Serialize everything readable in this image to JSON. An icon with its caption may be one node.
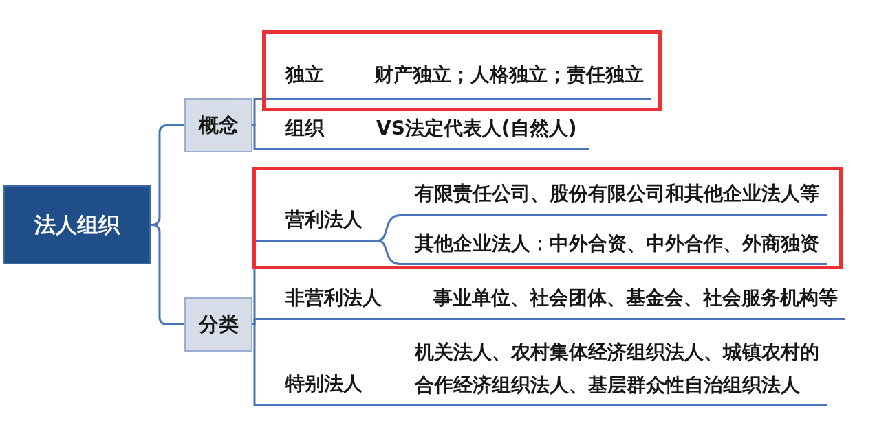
{
  "diagram": {
    "nodes": [
      {
        "text": [
          "法人组织"
        ]
      },
      {
        "text": [
          "概念"
        ]
      },
      {
        "text": [
          "分类"
        ]
      },
      {
        "text": [],
        "shape": "box"
      },
      {
        "text": [
          "独立"
        ],
        "in": 3
      },
      {
        "text": [
          "财产独立；人格独立；责任独立"
        ],
        "in": 3
      },
      {
        "text": [
          "组织"
        ]
      },
      {
        "text": [
          "VS法定代表人(自然人)"
        ]
      },
      {
        "text": [],
        "shape": "box"
      },
      {
        "text": [
          "营利法人"
        ],
        "in": 8
      },
      {
        "text": [
          "有限责任公司、股份有限公司和其他企业法人等"
        ],
        "in": 8
      },
      {
        "text": [
          "其他企业法人：中外合资、中外合作、外商独资"
        ],
        "in": 8
      },
      {
        "text": [
          "非营利法人"
        ]
      },
      {
        "text": [
          "事业单位、社会团体、基金会、社会服务机构等"
        ]
      },
      {
        "text": [
          "特别法人"
        ]
      },
      {
        "text": [
          "机关法人、农村集体经济组织法人、城镇农村的合作经济组织法人、基层群众性自治组织法人"
        ]
      }
    ],
    "edges": [
      {
        "from": 0,
        "to": 1,
        "arrow": "none"
      },
      {
        "from": 0,
        "to": 2,
        "arrow": "none"
      },
      {
        "from": 1,
        "to": 4,
        "arrow": "none"
      },
      {
        "from": 1,
        "to": 6,
        "arrow": "none"
      },
      {
        "from": 4,
        "to": 5,
        "arrow": "none"
      },
      {
        "from": 6,
        "to": 7,
        "arrow": "none"
      },
      {
        "from": 2,
        "to": 9,
        "arrow": "none"
      },
      {
        "from": 2,
        "to": 12,
        "arrow": "none"
      },
      {
        "from": 2,
        "to": 14,
        "arrow": "none"
      },
      {
        "from": 9,
        "to": 10,
        "arrow": "none"
      },
      {
        "from": 9,
        "to": 11,
        "arrow": "none"
      },
      {
        "from": 12,
        "to": 13,
        "arrow": "none"
      },
      {
        "from": 14,
        "to": 15,
        "arrow": "none"
      }
    ]
  }
}
